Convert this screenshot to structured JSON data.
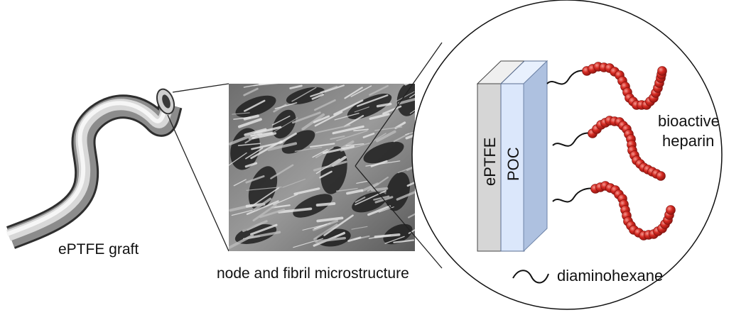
{
  "labels": {
    "graft": "ePTFE graft",
    "microstructure": "node and fibril microstructure",
    "eptfe_layer": "ePTFE",
    "poc_layer": "POC",
    "heparin_line1": "bioactive",
    "heparin_line2": "heparin",
    "linker": "diaminohexane"
  },
  "colors": {
    "tube_dark": "#3a3a3a",
    "tube_light": "#e6e6e6",
    "eptfe_face": "#d9d9d9",
    "poc_face": "#dbe7fb",
    "coating_face": "#a9bede",
    "bead": "#d42a22",
    "bead_highlight": "#f07b73",
    "line": "#111111"
  },
  "heparin_chain_count": 3
}
